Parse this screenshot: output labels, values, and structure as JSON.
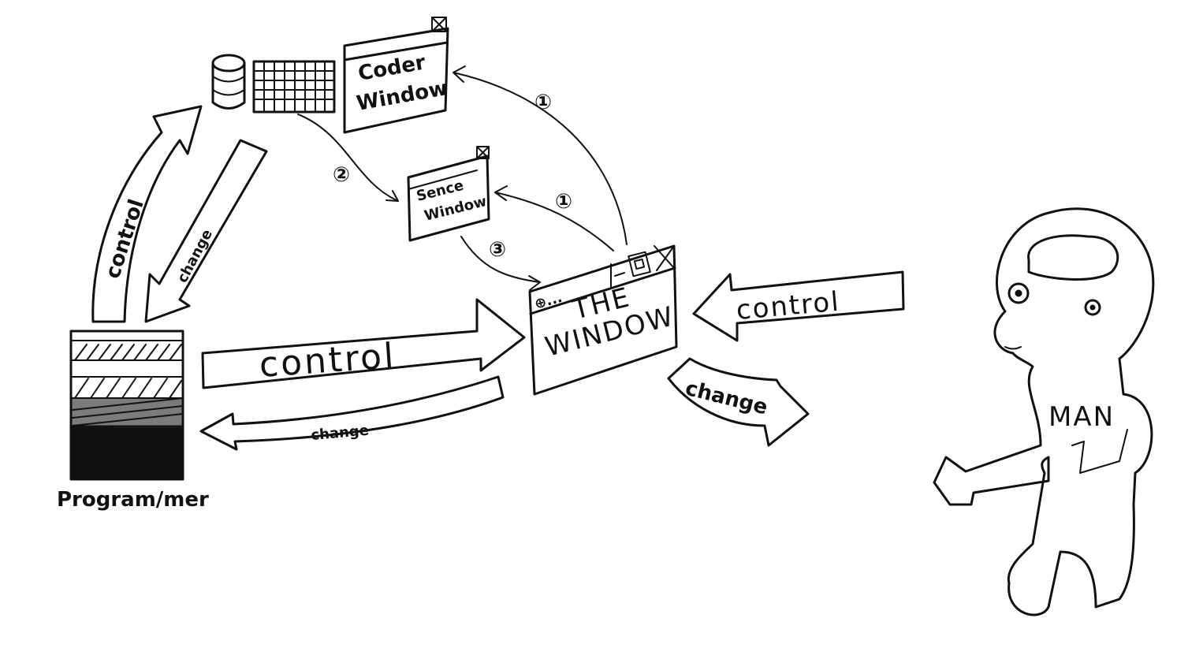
{
  "labels": {
    "coder_window": [
      "Coder",
      "Window"
    ],
    "sence_window": [
      "Sence",
      "Window"
    ],
    "the_window": [
      "THE",
      "WINDOW"
    ],
    "the_window_tab": "⊕...",
    "programmer": "Program/mer",
    "man": "MAN",
    "control_big": "control",
    "control_right": "control",
    "control_vertical": "control",
    "change_vertical": "change",
    "change_bottom": "change",
    "change_right": "change",
    "step_1_upper": "①",
    "step_1_lower": "①",
    "step_2": "②",
    "step_3": "③"
  }
}
